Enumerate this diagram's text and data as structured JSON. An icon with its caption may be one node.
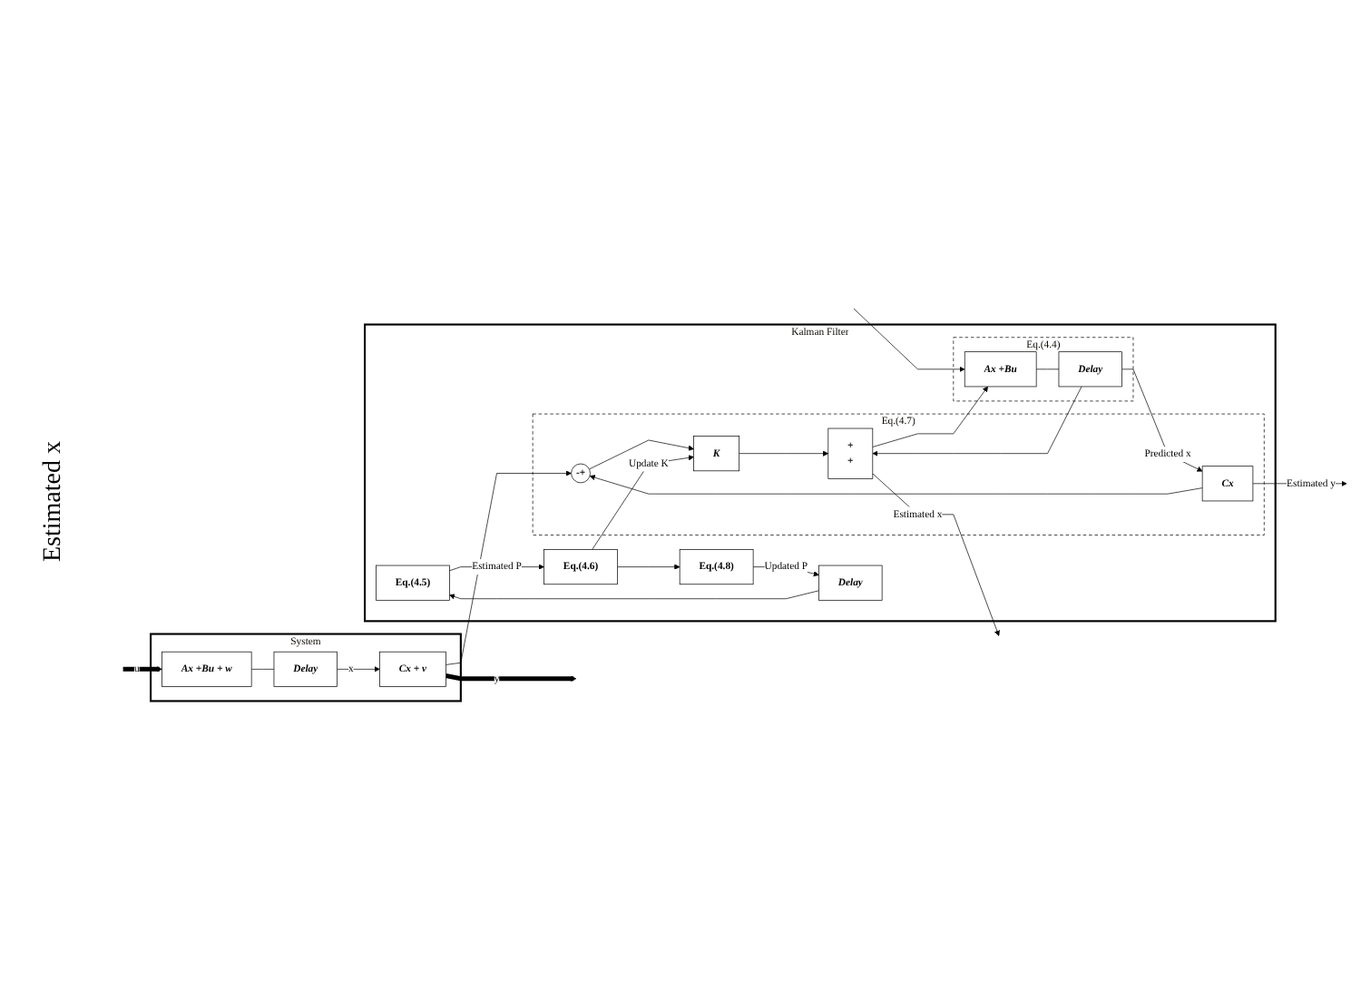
{
  "diagram": {
    "nodes": [
      {
        "text": [
          "System"
        ]
      },
      {
        "text": [
          "Ax +Bu + w"
        ],
        "in": 0
      },
      {
        "text": [
          "Delay"
        ],
        "in": 0
      },
      {
        "text": [
          "Cx + v"
        ],
        "in": 0
      },
      {
        "text": [
          "Kalman Filter"
        ]
      },
      {
        "text": [
          "Eq.(4.4)"
        ],
        "in": 4
      },
      {
        "text": [
          "Ax +Bu"
        ],
        "in": 5
      },
      {
        "text": [
          "Delay"
        ],
        "in": 5
      },
      {
        "text": [
          "Eq.(4.7)"
        ],
        "in": 4
      },
      {
        "text": [
          "Cx"
        ],
        "in": 8
      },
      {
        "text": [
          "-+"
        ],
        "in": 8
      },
      {
        "text": [
          "+",
          "+"
        ],
        "in": 8
      },
      {
        "text": [
          "K"
        ],
        "in": 8
      },
      {
        "text": [
          "Eq.(4.5)"
        ],
        "in": 4
      },
      {
        "text": [
          "Eq.(4.6)"
        ],
        "in": 4
      },
      {
        "text": [
          "Eq.(4.8)"
        ],
        "in": 4
      },
      {
        "text": [
          "Delay"
        ],
        "in": 4
      }
    ],
    "edges": [
      {
        "from": null,
        "to": 1,
        "arrow": "to",
        "label": "u",
        "style": "thick"
      },
      {
        "from": null,
        "to": 6,
        "arrow": "to"
      },
      {
        "from": 1,
        "to": 2,
        "arrow": "none"
      },
      {
        "from": 2,
        "to": 3,
        "arrow": "to",
        "label": "x"
      },
      {
        "from": 3,
        "to": null,
        "arrow": "to",
        "label": "y",
        "style": "thick"
      },
      {
        "from": 3,
        "to": 10,
        "arrow": "to"
      },
      {
        "from": 6,
        "to": 7,
        "arrow": "none"
      },
      {
        "from": 7,
        "to": 9,
        "arrow": "to",
        "label": "Predicted x"
      },
      {
        "from": 7,
        "to": 11,
        "arrow": "to"
      },
      {
        "from": 9,
        "to": 10,
        "arrow": "to"
      },
      {
        "from": 9,
        "to": null,
        "arrow": "to",
        "label": "Estimated y"
      },
      {
        "from": 10,
        "to": 12,
        "arrow": "to"
      },
      {
        "from": 12,
        "to": 11,
        "arrow": "to"
      },
      {
        "from": 11,
        "to": null,
        "arrow": "to",
        "label": "Estimated x"
      },
      {
        "from": 11,
        "to": 6,
        "arrow": "to"
      },
      {
        "from": 13,
        "to": 14,
        "arrow": "to",
        "label": "Estimated P"
      },
      {
        "from": 14,
        "to": 15,
        "arrow": "to"
      },
      {
        "from": 14,
        "to": 12,
        "arrow": "to",
        "label": "Update K"
      },
      {
        "from": 15,
        "to": 16,
        "arrow": "to",
        "label": "Updated P"
      },
      {
        "from": 16,
        "to": 13,
        "arrow": "to"
      }
    ],
    "labels": [
      "Estimated x"
    ]
  }
}
